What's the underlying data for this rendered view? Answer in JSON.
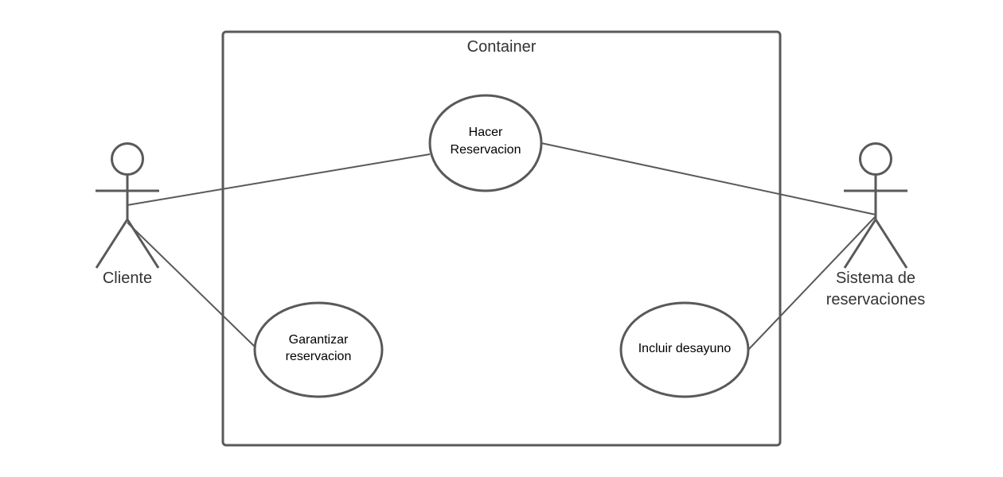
{
  "container": {
    "title": "Container"
  },
  "actors": {
    "cliente": {
      "label": "Cliente"
    },
    "sistema": {
      "label_line1": "Sistema de",
      "label_line2": "reservaciones"
    }
  },
  "use_cases": {
    "hacer_reservacion": {
      "line1": "Hacer",
      "line2": "Reservacion"
    },
    "garantizar_reservacion": {
      "line1": "Garantizar",
      "line2": "reservacion"
    },
    "incluir_desayuno": {
      "line1": "Incluir desayuno"
    }
  },
  "colors": {
    "stroke": "#595959",
    "text": "#333333"
  }
}
